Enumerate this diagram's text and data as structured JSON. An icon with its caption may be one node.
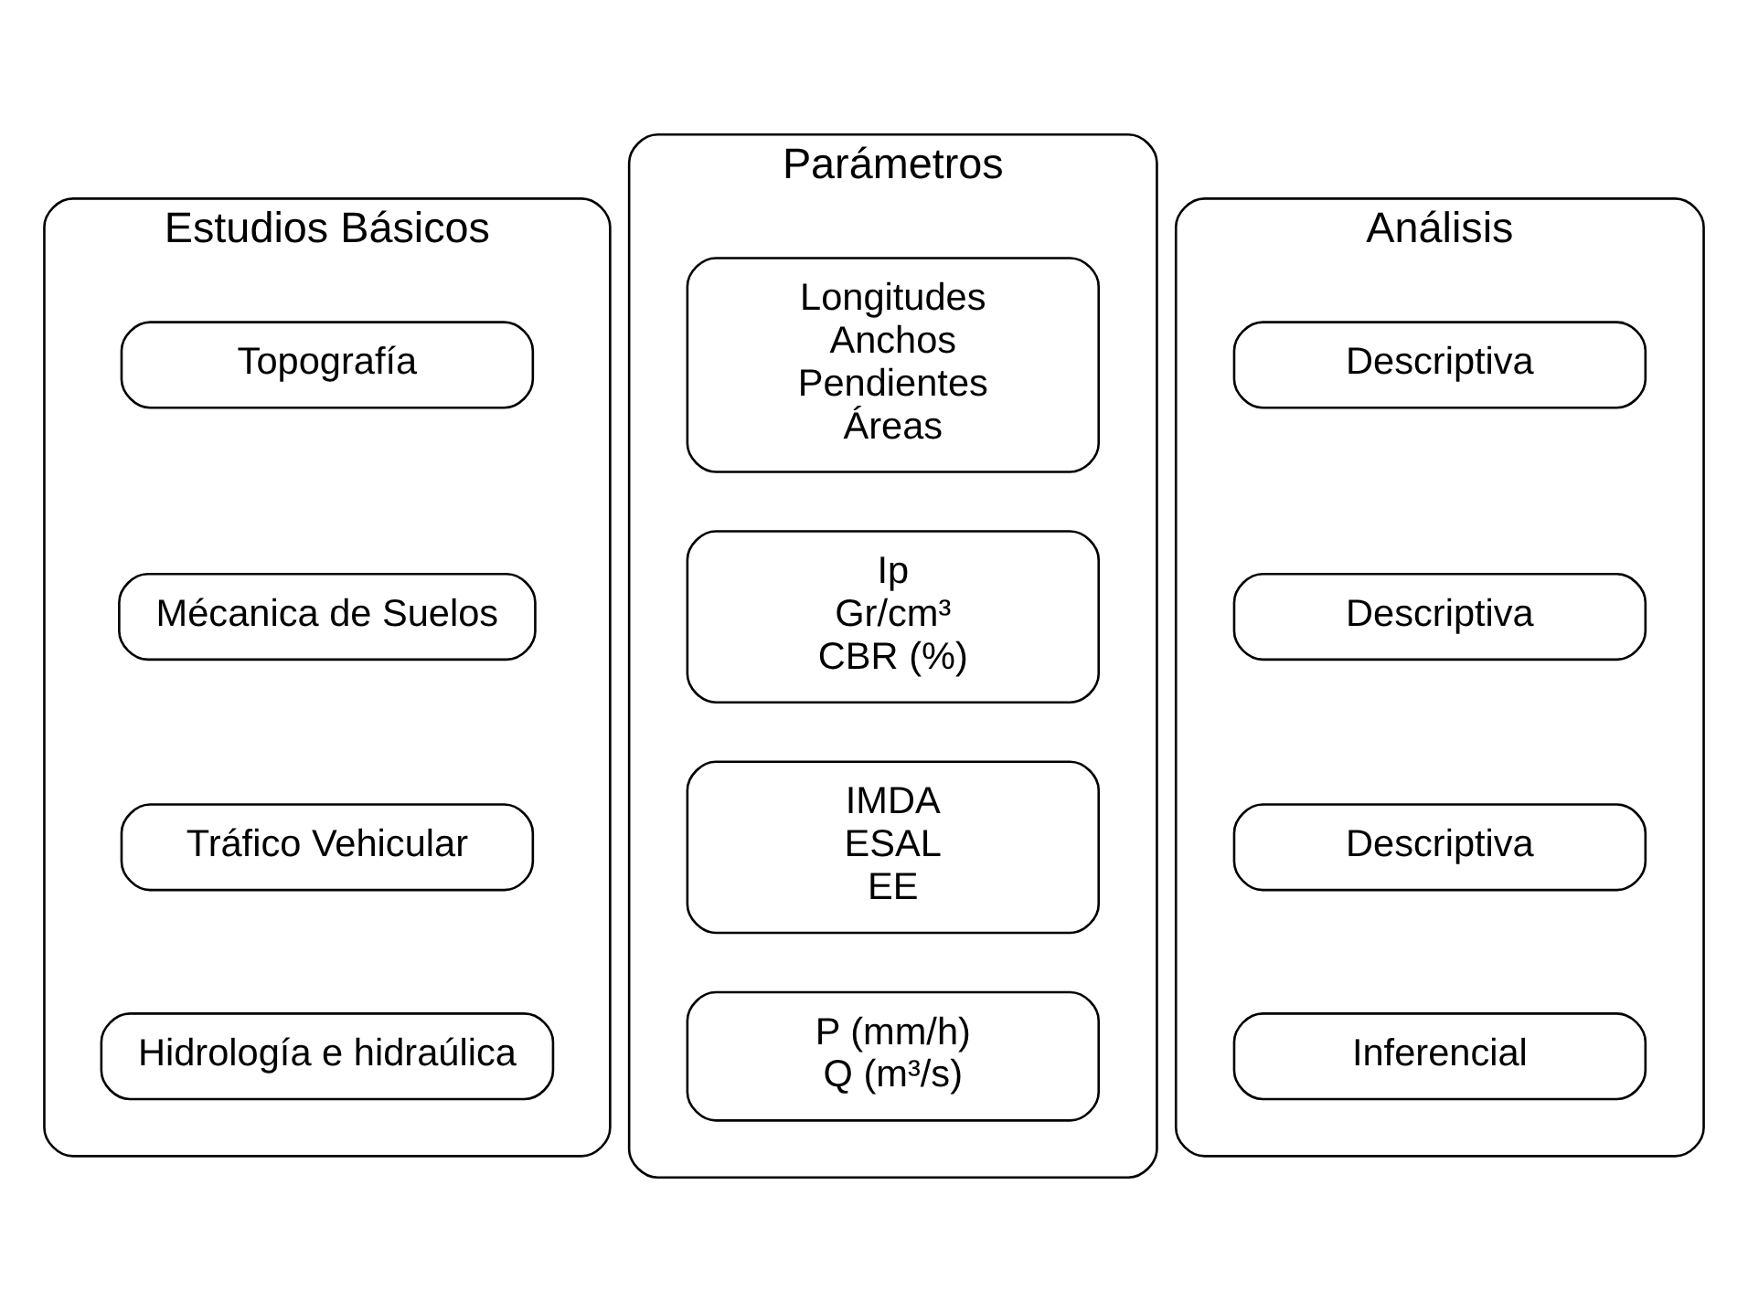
{
  "diagram": {
    "nodes": [
      {
        "text": [
          "Estudios Básicos"
        ]
      },
      {
        "text": [
          "Topografía"
        ],
        "in": 0
      },
      {
        "text": [
          "Mécanica de Suelos"
        ],
        "in": 0
      },
      {
        "text": [
          "Tráfico Vehicular"
        ],
        "in": 0
      },
      {
        "text": [
          "Hidrología e hidraúlica"
        ],
        "in": 0
      },
      {
        "text": [
          "Parámetros"
        ]
      },
      {
        "text": [
          "Longitudes",
          "Anchos",
          "Pendientes",
          "Áreas"
        ],
        "in": 5
      },
      {
        "text": [
          "Ip",
          "Gr/cm³",
          "CBR (%)"
        ],
        "in": 5
      },
      {
        "text": [
          "IMDA",
          "ESAL",
          "EE"
        ],
        "in": 5
      },
      {
        "text": [
          "P (mm/h)",
          "Q (m³/s)"
        ],
        "in": 5
      },
      {
        "text": [
          "Análisis"
        ]
      },
      {
        "text": [
          "Descriptiva"
        ],
        "in": 10
      },
      {
        "text": [
          "Descriptiva"
        ],
        "in": 10
      },
      {
        "text": [
          "Descriptiva"
        ],
        "in": 10
      },
      {
        "text": [
          "Inferencial"
        ],
        "in": 10
      }
    ],
    "edges": []
  }
}
